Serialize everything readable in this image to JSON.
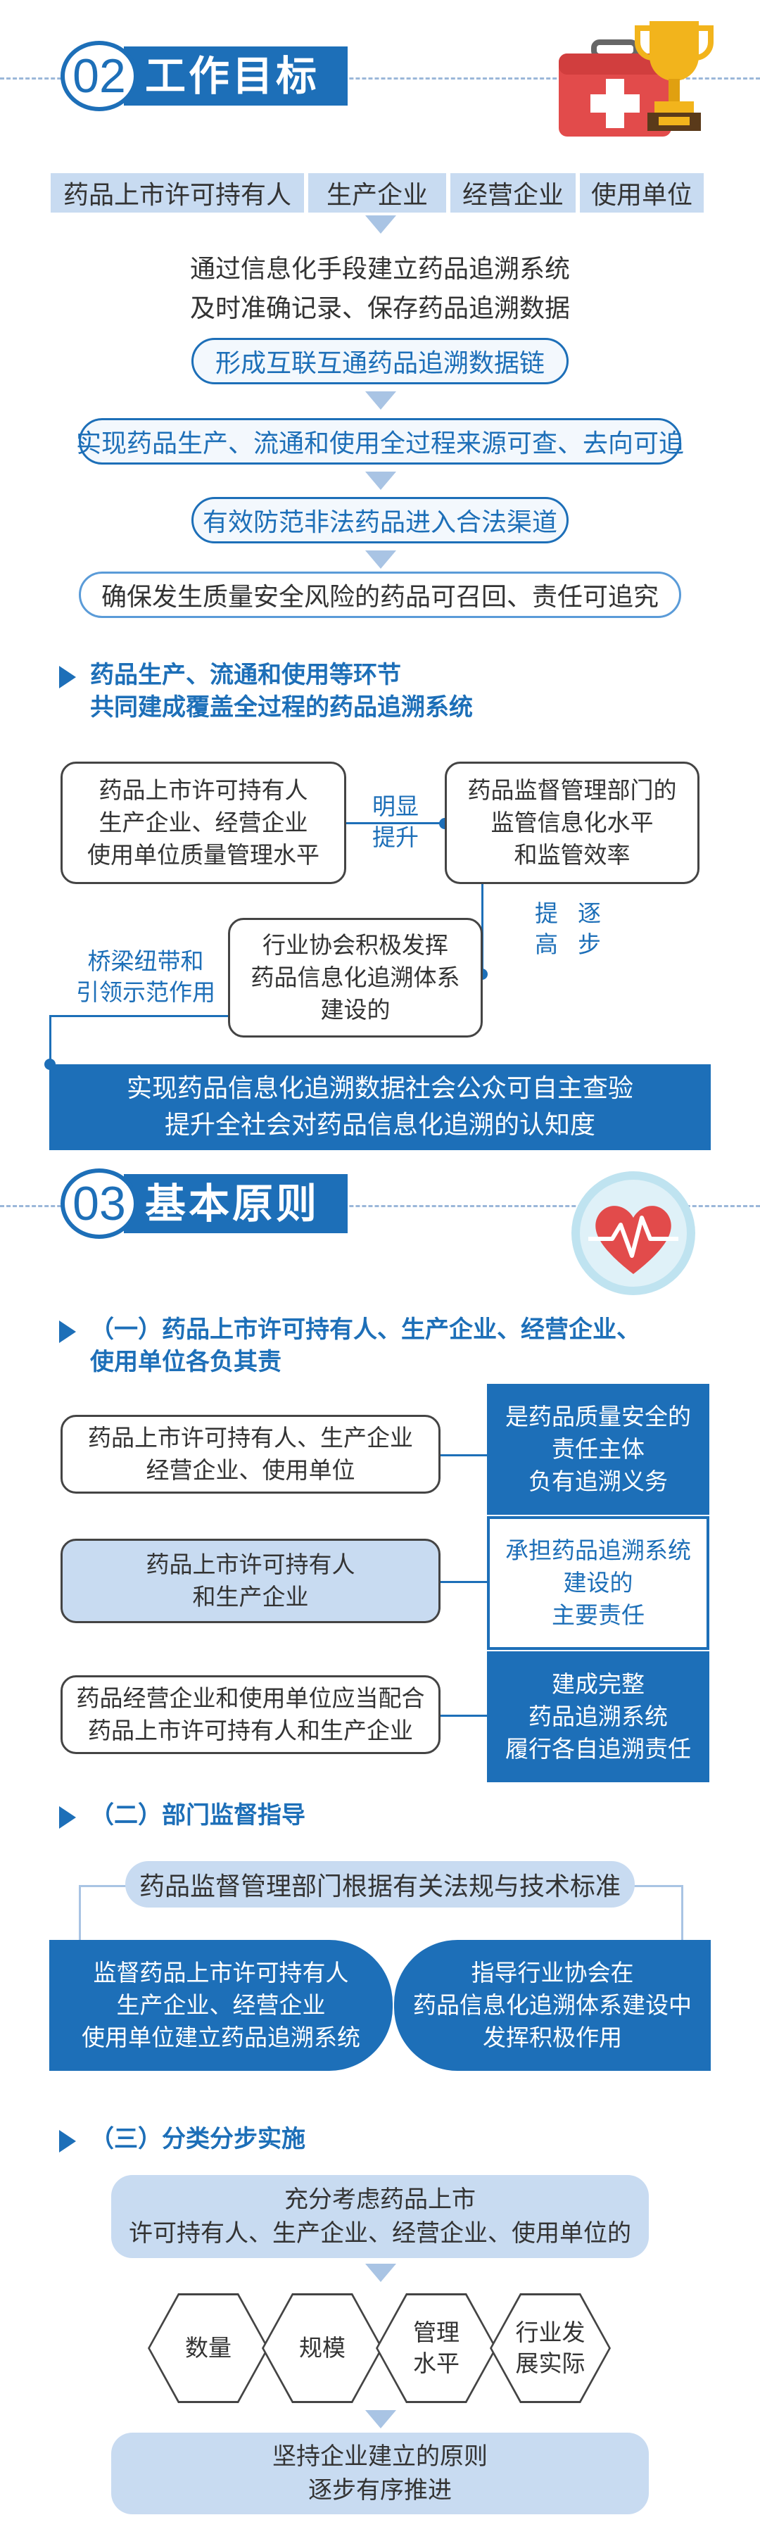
{
  "section2": {
    "number": "02",
    "title": "工作目标",
    "tabs": [
      "药品上市许可持有人",
      "生产企业",
      "经营企业",
      "使用单位"
    ],
    "intro_line1": "通过信息化手段建立药品追溯系统",
    "intro_line2": "及时准确记录、保存药品追溯数据",
    "steps": [
      "形成互联互通药品追溯数据链",
      "实现药品生产、流通和使用全过程来源可查、去向可追",
      "有效防范非法药品进入合法渠道",
      "确保发生质量安全风险的药品可召回、责任可追究"
    ],
    "subhead_line1": "药品生产、流通和使用等环节",
    "subhead_line2": "共同建成覆盖全过程的药品追溯系统",
    "box_left_l1": "药品上市许可持有人",
    "box_left_l2": "生产企业、经营企业",
    "box_left_l3": "使用单位质量管理水平",
    "link_raise_l1": "明显",
    "link_raise_l2": "提升",
    "box_right_l1": "药品监督管理部门的",
    "box_right_l2": "监管信息化水平",
    "box_right_l3": "和监管效率",
    "link_step_a": "提",
    "link_step_b": "逐",
    "link_step_c": "高",
    "link_step_d": "步",
    "box_mid_l1": "行业协会积极发挥",
    "box_mid_l2": "药品信息化追溯体系",
    "box_mid_l3": "建设的",
    "bridge_l1": "桥梁纽带和",
    "bridge_l2": "引领示范作用",
    "banner_l1": "实现药品信息化追溯数据社会公众可自主查验",
    "banner_l2": "提升全社会对药品信息化追溯的认知度"
  },
  "section3": {
    "number": "03",
    "title": "基本原则",
    "sub1_line1": "（一）药品上市许可持有人、生产企业、经营企业、",
    "sub1_line2": "使用单位各负其责",
    "rows": [
      {
        "left_l1": "药品上市许可持有人、生产企业",
        "left_l2": "经营企业、使用单位",
        "right_l1": "是药品质量安全的",
        "right_l2": "责任主体",
        "right_l3": "负有追溯义务"
      },
      {
        "left_l1": "药品上市许可持有人",
        "left_l2": "和生产企业",
        "right_l1": "承担药品追溯系统",
        "right_l2": "建设的",
        "right_l3": "主要责任"
      },
      {
        "left_l1": "药品经营企业和使用单位应当配合",
        "left_l2": "药品上市许可持有人和生产企业",
        "right_l1": "建成完整",
        "right_l2": "药品追溯系统",
        "right_l3": "履行各自追溯责任"
      }
    ],
    "sub2": "（二）部门监督指导",
    "dept_top": "药品监督管理部门根据有关法规与技术标准",
    "dept_left_l1": "监督药品上市许可持有人",
    "dept_left_l2": "生产企业、经营企业",
    "dept_left_l3": "使用单位建立药品追溯系统",
    "dept_right_l1": "指导行业协会在",
    "dept_right_l2": "药品信息化追溯体系建设中",
    "dept_right_l3": "发挥积极作用",
    "sub3": "（三）分类分步实施",
    "consider_l1": "充分考虑药品上市",
    "consider_l2": "许可持有人、生产企业、经营企业、使用单位的",
    "hexes": [
      {
        "l1": "数量",
        "l2": ""
      },
      {
        "l1": "规模",
        "l2": ""
      },
      {
        "l1": "管理",
        "l2": "水平"
      },
      {
        "l1": "行业发",
        "l2": "展实际"
      }
    ],
    "final_l1": "坚持企业建立的原则",
    "final_l2": "逐步有序推进"
  },
  "icons": [
    "first-aid-kit-icon",
    "trophy-icon",
    "heart-pulse-icon"
  ],
  "colors": {
    "primary": "#1d6fb8",
    "light": "#c8dbf1",
    "accent_red": "#e24b4b",
    "gold": "#f2b41c"
  }
}
